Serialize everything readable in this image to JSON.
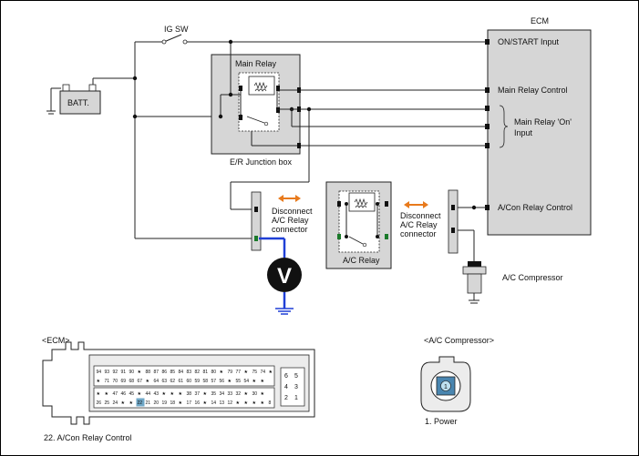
{
  "ecm": {
    "title": "ECM",
    "inputs": {
      "on_start": "ON/START Input",
      "main_relay_control": "Main Relay Control",
      "main_relay_on_line1": "Main Relay 'On'",
      "main_relay_on_line2": "Input",
      "acon_relay_control": "A/Con Relay Control"
    }
  },
  "ig_sw": "IG SW",
  "battery": "BATT.",
  "main_relay": "Main Relay",
  "junction_box": "E/R Junction box",
  "ac_relay": "A/C Relay",
  "disconnect_left": {
    "line1": "Disconnect",
    "line2": "A/C Relay",
    "line3": "connector"
  },
  "disconnect_right": {
    "line1": "Disconnect",
    "line2": "A/C Relay",
    "line3": "connector"
  },
  "voltmeter": "V",
  "ac_compressor": "A/C Compressor",
  "ecm_connector": {
    "title": "<ECM>",
    "caption": "22. A/Con Relay Control",
    "row1": [
      "94",
      "93",
      "92",
      "91",
      "90",
      "★",
      "88",
      "87",
      "86",
      "85",
      "84",
      "83",
      "82",
      "81",
      "80",
      "★",
      "79",
      "77",
      "★",
      "75",
      "74",
      "★"
    ],
    "row2": [
      "★",
      "71",
      "70",
      "69",
      "68",
      "67",
      "★",
      "64",
      "63",
      "62",
      "61",
      "60",
      "59",
      "58",
      "57",
      "56",
      "★",
      "55",
      "54",
      "★",
      "★"
    ],
    "row3": [
      "★",
      "★",
      "47",
      "46",
      "45",
      "★",
      "44",
      "43",
      "★",
      "★",
      "★",
      "38",
      "37",
      "★",
      "35",
      "34",
      "33",
      "32",
      "★",
      "30",
      "★"
    ],
    "row4": [
      "26",
      "25",
      "24",
      "★",
      "★",
      "22",
      "21",
      "20",
      "19",
      "18",
      "★",
      "17",
      "16",
      "★",
      "14",
      "13",
      "12",
      "★",
      "★",
      "★",
      "★",
      "8"
    ],
    "side_pins": [
      [
        "6",
        "5"
      ],
      [
        "4",
        "3"
      ],
      [
        "2",
        "1"
      ]
    ],
    "highlight": "22"
  },
  "compressor_connector": {
    "title": "<A/C Compressor>",
    "pin": "1",
    "caption": "1. Power"
  }
}
